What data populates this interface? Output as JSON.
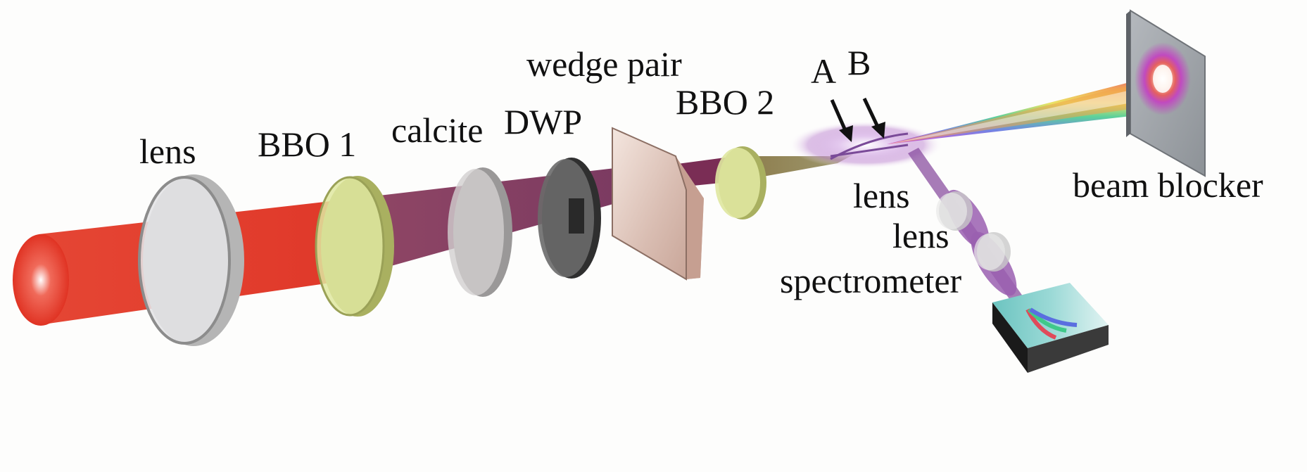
{
  "labels": {
    "lens_1": "lens",
    "bbo_1": "BBO 1",
    "calcite": "calcite",
    "dwp": "DWP",
    "wedge_pair": "wedge pair",
    "bbo_2": "BBO 2",
    "point_a": "A",
    "point_b": "B",
    "beam_blocker": "beam blocker",
    "lens_2": "lens",
    "lens_3": "lens",
    "spectrometer": "spectrometer"
  },
  "colors": {
    "laser_beam": "#e23a2a",
    "second_harmonic_beam": "#7a2a55",
    "bbo_crystal": "#d8e39a",
    "calcite_plate": "#c9c5c6",
    "dwp_plate": "#4a4a4a",
    "wedge": "#e9d6ce",
    "signal_beam": "#8a4fa0",
    "blocker": "#9a9ea3"
  }
}
